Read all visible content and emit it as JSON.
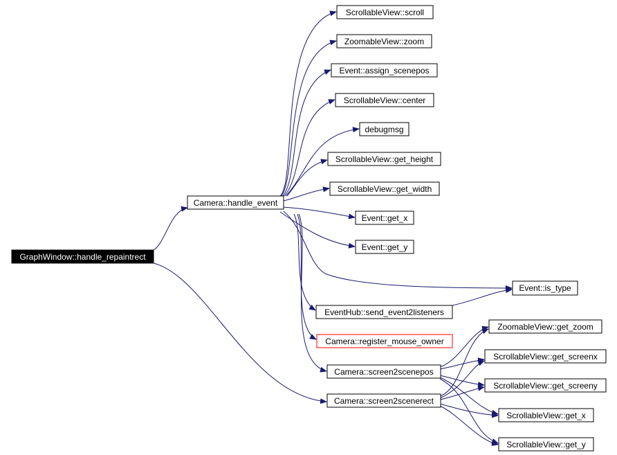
{
  "colors": {
    "edge": "#191970",
    "node_border": "#000000",
    "root_fill": "#000000",
    "root_text": "#ffffff",
    "highlight_border": "#ff0000"
  },
  "nodes": {
    "root": "GraphWindow::handle_repaintrect",
    "camera_handle_event": "Camera::handle_event",
    "sv_scroll": "ScrollableView::scroll",
    "zv_zoom": "ZoomableView::zoom",
    "ev_assign_scenepos": "Event::assign_scenepos",
    "sv_center": "ScrollableView::center",
    "debugmsg": "debugmsg",
    "sv_get_height": "ScrollableView::get_height",
    "sv_get_width": "ScrollableView::get_width",
    "ev_get_x": "Event::get_x",
    "ev_get_y": "Event::get_y",
    "ev_is_type": "Event::is_type",
    "eh_send_event2listeners": "EventHub::send_event2listeners",
    "cam_register_mouse_owner": "Camera::register_mouse_owner",
    "cam_screen2scenepos": "Camera::screen2scenepos",
    "cam_screen2scenerect": "Camera::screen2scenerect",
    "zv_get_zoom": "ZoomableView::get_zoom",
    "sv_get_screenx": "ScrollableView::get_screenx",
    "sv_get_screeny": "ScrollableView::get_screeny",
    "sv_get_x": "ScrollableView::get_x",
    "sv_get_y": "ScrollableView::get_y"
  }
}
